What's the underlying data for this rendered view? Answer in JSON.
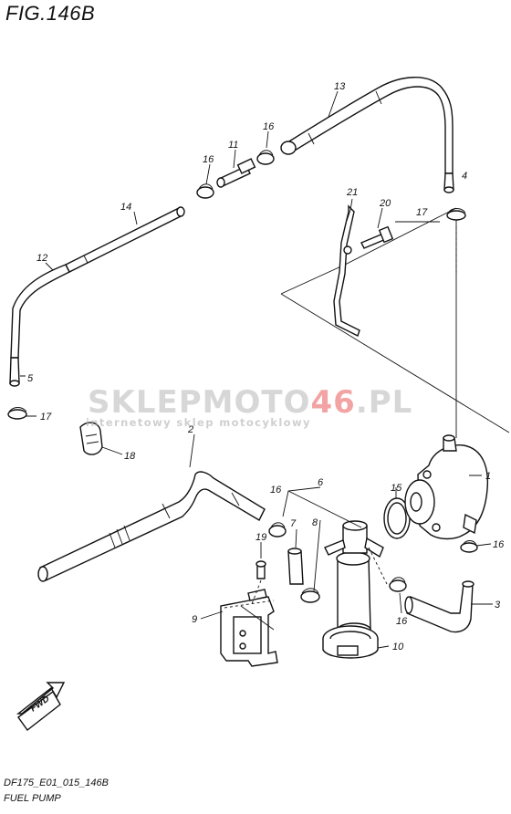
{
  "figure": {
    "title": "FIG.146B",
    "code": "DF175_E01_015_146B",
    "subtitle": "FUEL PUMP"
  },
  "watermark": {
    "brand_main": "SKLEPMOTO",
    "brand_accent": "46",
    "brand_suffix": ".PL",
    "tagline": "internetowy sklep motocyklowy"
  },
  "fwd_label": "FWD",
  "callouts": [
    {
      "id": "callout-13",
      "label": "13"
    },
    {
      "id": "callout-16-a",
      "label": "16"
    },
    {
      "id": "callout-11",
      "label": "11"
    },
    {
      "id": "callout-16-b",
      "label": "16"
    },
    {
      "id": "callout-4",
      "label": "4"
    },
    {
      "id": "callout-21",
      "label": "21"
    },
    {
      "id": "callout-20",
      "label": "20"
    },
    {
      "id": "callout-17-a",
      "label": "17"
    },
    {
      "id": "callout-14",
      "label": "14"
    },
    {
      "id": "callout-12",
      "label": "12"
    },
    {
      "id": "callout-5",
      "label": "5"
    },
    {
      "id": "callout-17-b",
      "label": "17"
    },
    {
      "id": "callout-18",
      "label": "18"
    },
    {
      "id": "callout-2",
      "label": "2"
    },
    {
      "id": "callout-1",
      "label": "1"
    },
    {
      "id": "callout-15",
      "label": "15"
    },
    {
      "id": "callout-6",
      "label": "6"
    },
    {
      "id": "callout-16-c",
      "label": "16"
    },
    {
      "id": "callout-7",
      "label": "7"
    },
    {
      "id": "callout-8",
      "label": "8"
    },
    {
      "id": "callout-19",
      "label": "19"
    },
    {
      "id": "callout-16-d",
      "label": "16"
    },
    {
      "id": "callout-3",
      "label": "3"
    },
    {
      "id": "callout-16-e",
      "label": "16"
    },
    {
      "id": "callout-9",
      "label": "9"
    },
    {
      "id": "callout-10",
      "label": "10"
    }
  ]
}
